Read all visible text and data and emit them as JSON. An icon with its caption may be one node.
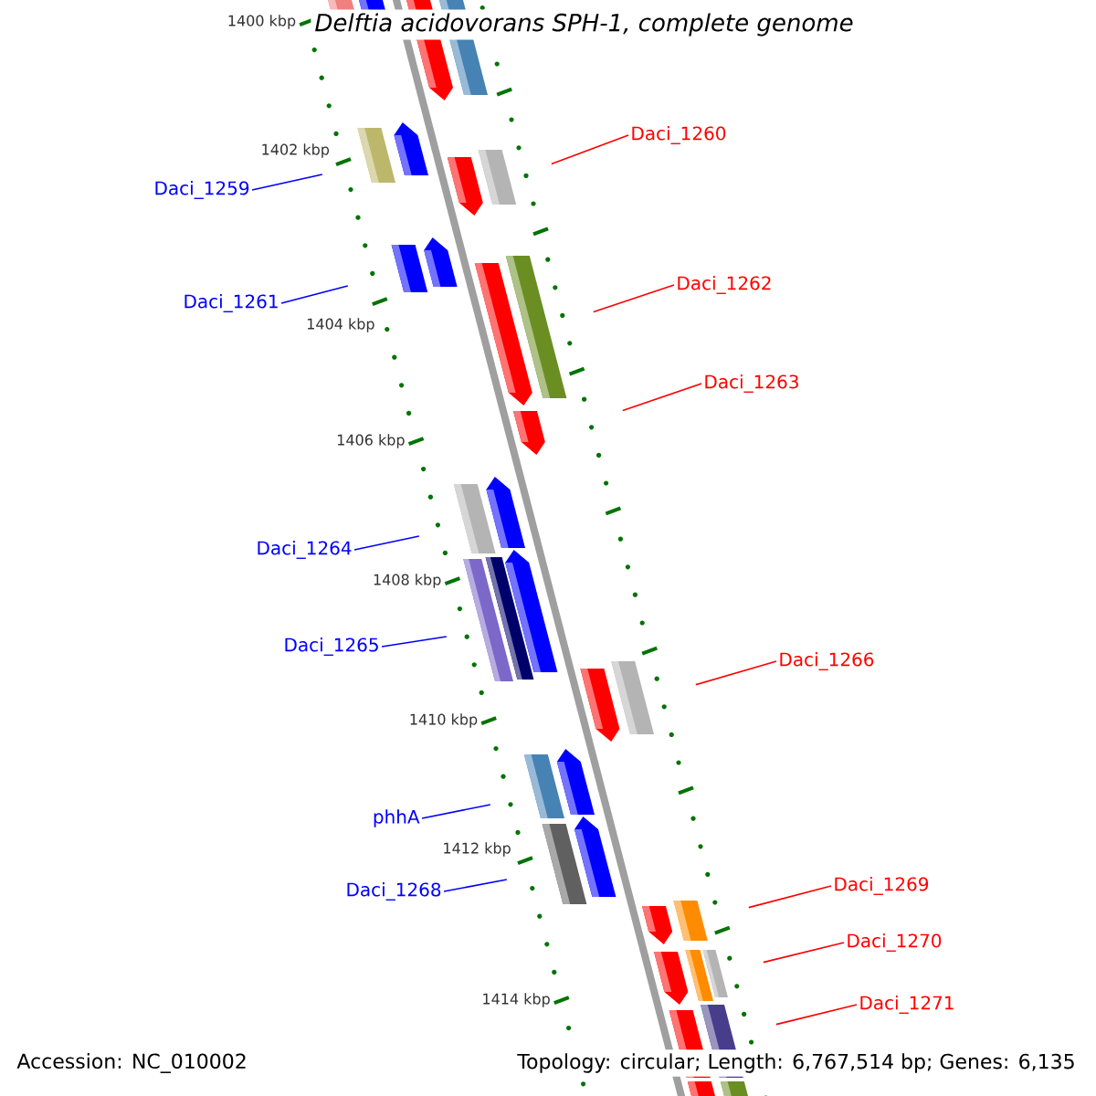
{
  "diagram": {
    "title": "Delftia acidovorans SPH-1, complete genome",
    "nodes": [
      {
        "text": [
          "Daci_1260"
        ]
      },
      {
        "text": [
          "Daci_1259"
        ]
      },
      {
        "text": [
          "Daci_1262"
        ]
      },
      {
        "text": [
          "Daci_1261"
        ]
      },
      {
        "text": [
          "Daci_1263"
        ]
      },
      {
        "text": [
          "Daci_1264"
        ]
      },
      {
        "text": [
          "Daci_1265"
        ]
      },
      {
        "text": [
          "Daci_1266"
        ]
      },
      {
        "text": [
          "phhA"
        ]
      },
      {
        "text": [
          "Daci_1268"
        ]
      },
      {
        "text": [
          "Daci_1269"
        ]
      },
      {
        "text": [
          "Daci_1270"
        ]
      },
      {
        "text": [
          "Daci_1271"
        ]
      }
    ],
    "edges": [
      {
        "from": 0,
        "to": null,
        "arrow": "none"
      },
      {
        "from": 1,
        "to": null,
        "arrow": "none",
        "color": "#0000ff"
      },
      {
        "from": 2,
        "to": null,
        "arrow": "none"
      },
      {
        "from": 3,
        "to": null,
        "arrow": "none",
        "color": "#0000ff"
      },
      {
        "from": 4,
        "to": null,
        "arrow": "none"
      },
      {
        "from": 5,
        "to": null,
        "arrow": "none",
        "color": "#0000ff"
      },
      {
        "from": 6,
        "to": null,
        "arrow": "none",
        "color": "#0000ff"
      },
      {
        "from": 7,
        "to": null,
        "arrow": "none"
      },
      {
        "from": 8,
        "to": null,
        "arrow": "none",
        "color": "#0000ff"
      },
      {
        "from": 9,
        "to": null,
        "arrow": "none",
        "color": "#0000ff"
      },
      {
        "from": 10,
        "to": null,
        "arrow": "none"
      },
      {
        "from": 11,
        "to": null,
        "arrow": "none"
      },
      {
        "from": 12,
        "to": null,
        "arrow": "none"
      }
    ],
    "labels": [
      "1400 kbp",
      "1402 kbp",
      "1404 kbp",
      "1406 kbp",
      "1408 kbp",
      "1410 kbp",
      "1412 kbp",
      "1414 kbp",
      "Accession: NC_010002",
      "Topology: circular; Length: 6,767,514 bp; Genes: 6,135"
    ]
  }
}
